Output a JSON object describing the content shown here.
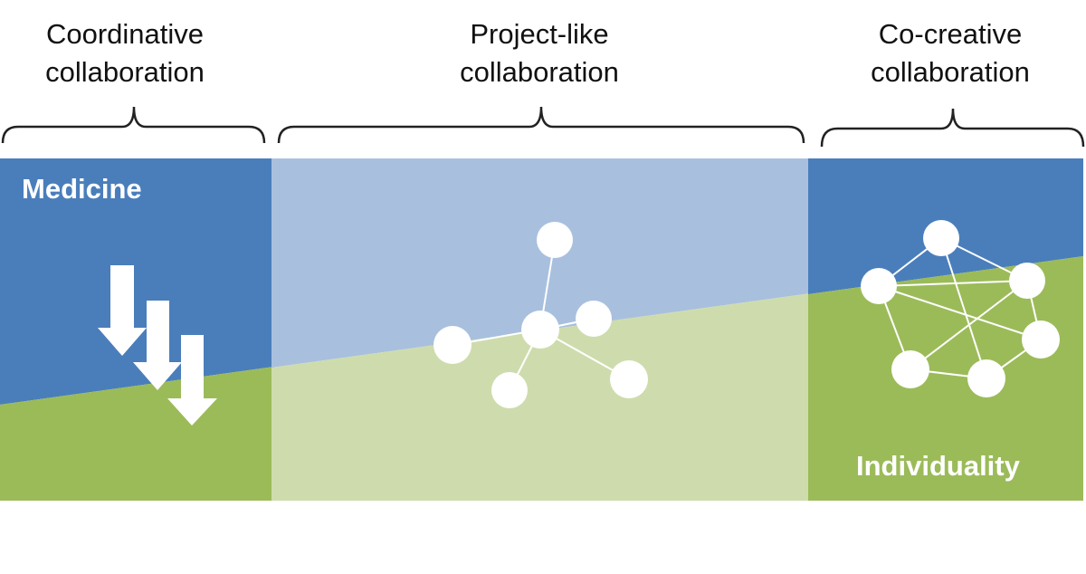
{
  "headers": [
    {
      "line1": "Coordinative",
      "line2": "collaboration"
    },
    {
      "line1": "Project-like",
      "line2": "collaboration"
    },
    {
      "line1": "Co-creative",
      "line2": "collaboration"
    }
  ],
  "labels": {
    "top_left": "Medicine",
    "bottom_right": "Individuality"
  },
  "colors": {
    "blue": "#4a7ebb",
    "green": "#9bbb59",
    "light_blue": "#a8c0de",
    "light_green": "#cedcad"
  }
}
